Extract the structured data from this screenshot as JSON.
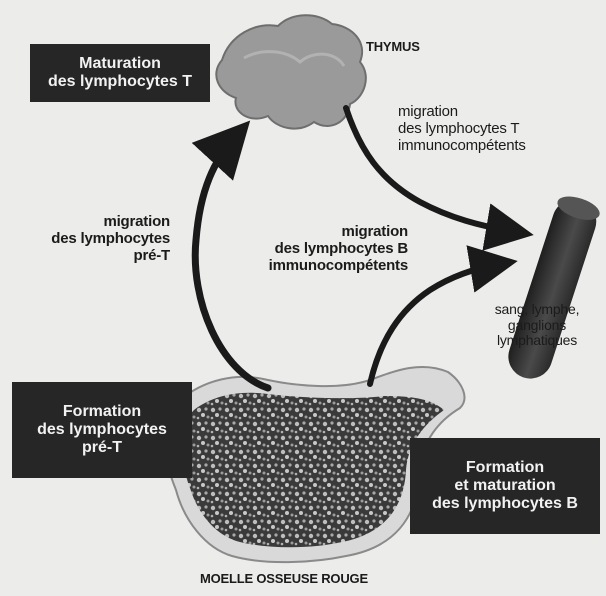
{
  "boxes": {
    "maturation_t": {
      "line1": "Maturation",
      "line2": "des lymphocytes T"
    },
    "formation_pre_t": {
      "line1": "Formation",
      "line2": "des lymphocytes",
      "line3": "pré-T"
    },
    "formation_b": {
      "line1": "Formation",
      "line2": "et maturation",
      "line3": "des lymphocytes B"
    }
  },
  "labels": {
    "thymus": "THYMUS",
    "moelle": "MOELLE OSSEUSE ROUGE",
    "migration_t": {
      "line1": "migration",
      "line2": "des lymphocytes T",
      "line3": "immunocompétents"
    },
    "migration_pre_t": {
      "line1": "migration",
      "line2": "des lymphocytes",
      "line3": "pré-T"
    },
    "migration_b": {
      "line1": "migration",
      "line2": "des lymphocytes B",
      "line3": "immunocompétents"
    },
    "sang": {
      "line1": "sang, lymphe,",
      "line2": "ganglions",
      "line3": "lymphatiques"
    }
  }
}
